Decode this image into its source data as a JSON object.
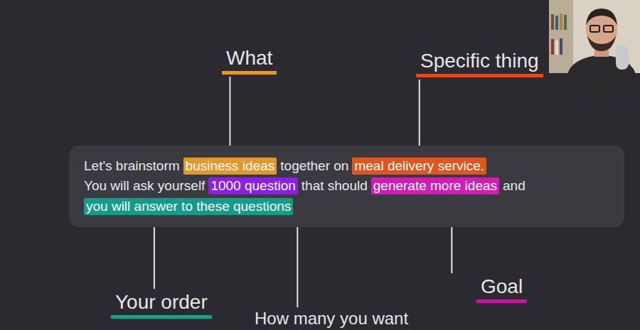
{
  "diagram": {
    "nodes": [
      {
        "text": [
          "Let's brainstorm",
          "together on",
          "You will ask yourself",
          "that should",
          "and"
        ]
      },
      {
        "text": [
          "business ideas"
        ],
        "in": 0
      },
      {
        "text": [
          "meal delivery service."
        ],
        "in": 0
      },
      {
        "text": [
          "1000 question"
        ],
        "in": 0
      },
      {
        "text": [
          "generate more ideas"
        ],
        "in": 0
      },
      {
        "text": [
          "you will answer to these questions"
        ],
        "in": 0
      }
    ],
    "labels": [
      "What",
      "Specific thing",
      "Your order",
      "Goal",
      "How many you want"
    ]
  }
}
